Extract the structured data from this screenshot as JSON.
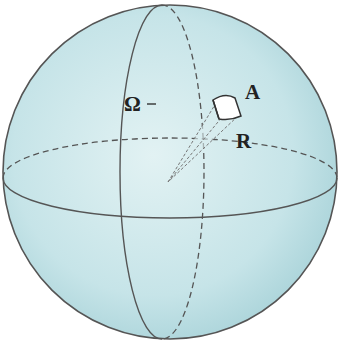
{
  "diagram": {
    "labels": [
      "A",
      "Ω",
      "R"
    ]
  }
}
